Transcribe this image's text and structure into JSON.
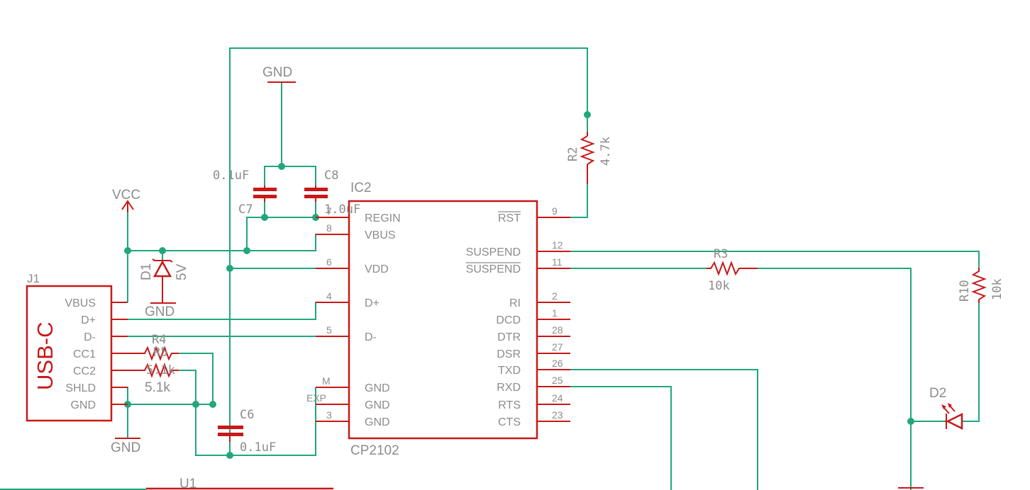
{
  "colors": {
    "wire": "#21a77a",
    "component": "#c81818",
    "text": "#8c8c8c",
    "background": "#ffffff"
  },
  "ic2": {
    "name": "IC2",
    "value": "CP2102",
    "left_pins": [
      {
        "num": "7",
        "name": "REGIN"
      },
      {
        "num": "8",
        "name": "VBUS"
      },
      {
        "num": "6",
        "name": "VDD"
      },
      {
        "num": "4",
        "name": "D+"
      },
      {
        "num": "5",
        "name": "D-"
      },
      {
        "num": "M",
        "name": "GND"
      },
      {
        "num": "EXP",
        "name": "GND"
      },
      {
        "num": "3",
        "name": "GND"
      }
    ],
    "right_pins": [
      {
        "num": "9",
        "name": "RST"
      },
      {
        "num": "12",
        "name": "SUSPEND"
      },
      {
        "num": "11",
        "name": "SUSPEND"
      },
      {
        "num": "2",
        "name": "RI"
      },
      {
        "num": "1",
        "name": "DCD"
      },
      {
        "num": "28",
        "name": "DTR"
      },
      {
        "num": "27",
        "name": "DSR"
      },
      {
        "num": "26",
        "name": "TXD"
      },
      {
        "num": "25",
        "name": "RXD"
      },
      {
        "num": "24",
        "name": "RTS"
      },
      {
        "num": "23",
        "name": "CTS"
      }
    ]
  },
  "j1": {
    "name": "J1",
    "value": "USB-C",
    "pins": [
      "VBUS",
      "D+",
      "D-",
      "CC1",
      "CC2",
      "SHLD",
      "GND"
    ]
  },
  "components": {
    "r2": {
      "name": "R2",
      "value": "4.7k"
    },
    "r3": {
      "name": "R3",
      "value": "10k"
    },
    "r4": {
      "name": "R4",
      "value": "5.1k"
    },
    "r5": {
      "name": "R5",
      "value": "5.1k"
    },
    "r10": {
      "name": "R10",
      "value": "10k"
    },
    "c6": {
      "name": "C6",
      "value": "0.1uF"
    },
    "c7": {
      "name": "C7",
      "value": "0.1uF"
    },
    "c8": {
      "name": "C8",
      "value": "1.0uF"
    },
    "d1": {
      "name": "D1",
      "value": "5V"
    },
    "d2": {
      "name": "D2"
    },
    "u1": {
      "name": "U1"
    }
  },
  "supplies": {
    "gnd": "GND",
    "vcc": "VCC"
  }
}
